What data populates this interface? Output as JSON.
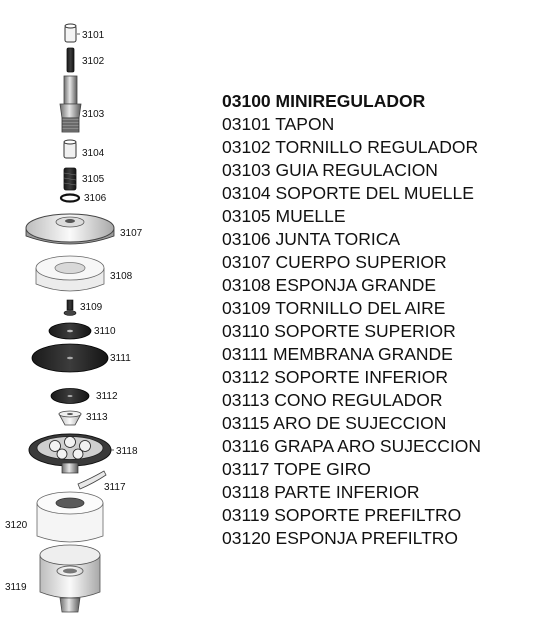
{
  "title": "03100 MINIREGULADOR",
  "parts": [
    {
      "code": "03101",
      "name": "TAPON"
    },
    {
      "code": "03102",
      "name": "TORNILLO REGULADOR"
    },
    {
      "code": "03103",
      "name": "GUIA REGULACION"
    },
    {
      "code": "03104",
      "name": "SOPORTE DEL MUELLE"
    },
    {
      "code": "03105",
      "name": "MUELLE"
    },
    {
      "code": "03106",
      "name": "JUNTA TORICA"
    },
    {
      "code": "03107",
      "name": "CUERPO SUPERIOR"
    },
    {
      "code": "03108",
      "name": "ESPONJA GRANDE"
    },
    {
      "code": "03109",
      "name": "TORNILLO DEL AIRE"
    },
    {
      "code": "03110",
      "name": "SOPORTE SUPERIOR"
    },
    {
      "code": "03111",
      "name": "MEMBRANA GRANDE"
    },
    {
      "code": "03112",
      "name": "SOPORTE INFERIOR"
    },
    {
      "code": "03113",
      "name": "CONO REGULADOR"
    },
    {
      "code": "03115",
      "name": "ARO DE SUJECCION"
    },
    {
      "code": "03116",
      "name": "GRAPA ARO SUJECCION"
    },
    {
      "code": "03117",
      "name": "TOPE GIRO"
    },
    {
      "code": "03118",
      "name": "PARTE INFERIOR"
    },
    {
      "code": "03119",
      "name": "SOPORTE PREFILTRO"
    },
    {
      "code": "03120",
      "name": "ESPONJA PREFILTRO"
    }
  ],
  "callouts": {
    "c3101": "3101",
    "c3102": "3102",
    "c3103": "3103",
    "c3104": "3104",
    "c3105": "3105",
    "c3106": "3106",
    "c3107": "3107",
    "c3108": "3108",
    "c3109": "3109",
    "c3110": "3110",
    "c3111": "3111",
    "c3112": "3112",
    "c3113": "3113",
    "c3118": "3118",
    "c3117": "3117",
    "c3120": "3120",
    "c3119": "3119"
  }
}
